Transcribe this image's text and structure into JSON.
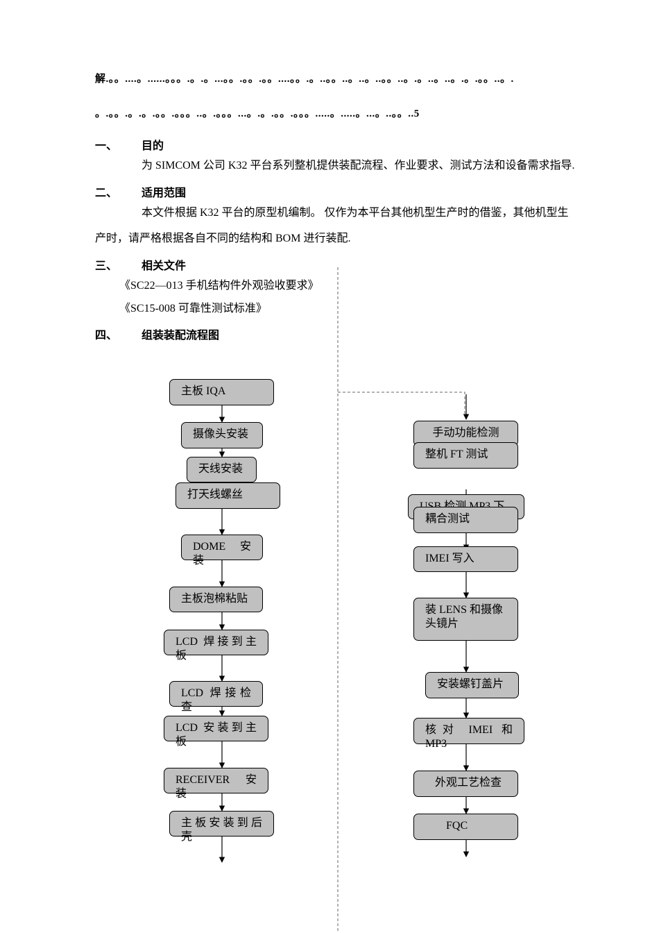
{
  "toc": {
    "line1": "解.。。....。......。。。.。.。...。。.。。.。。....。。.。..。。..。..。..。。..。.。..。..。.。.。。..。.",
    "line2": "。.。。.。.。.。。.。。。..。.。。。...。.。.。。.。。。.....。.....。...。..。。..5"
  },
  "sections": [
    {
      "num": "一、",
      "title": "目的"
    },
    {
      "num": "二、",
      "title": "适用范围"
    },
    {
      "num": "三、",
      "title": "相关文件"
    },
    {
      "num": "四、",
      "title": "组装装配流程图"
    }
  ],
  "purpose_text": "为 SIMCOM 公司 K32 平台系列整机提供装配流程、作业要求、测试方法和设备需求指导.",
  "scope_text": {
    "line1": "本文件根据 K32 平台的原型机编制。 仅作为本平台其他机型生产时的借鉴，其他机型生",
    "line2": "产时，请严格根据各自不同的结构和 BOM 进行装配."
  },
  "related_docs": [
    "《SC22—013 手机结构件外观验收要求》",
    "《SC15-008 可靠性测试标准》"
  ],
  "flow_left": {
    "main_iqa": "主板 IQA",
    "camera_install": "摄像头安装",
    "antenna_install": "天线安装",
    "antenna_screw": "打天线螺丝",
    "dome_line1": "DOME 安",
    "dome_line2": "装",
    "foam_paste": "主板泡棉粘贴",
    "lcd_weld_line1": "LCD 焊接到主",
    "lcd_weld_line2": "板",
    "lcd_check_line1": "LCD 焊接检",
    "lcd_check_line2": "查",
    "lcd_install_line1": "LCD 安装到主",
    "lcd_install_line2": "板",
    "receiver_line1": "RECEIVER 安",
    "receiver_line2": "装",
    "board_to_case_line1": "主板安装到后",
    "board_to_case_line2": "壳"
  },
  "flow_right": {
    "manual_test": "手动功能检测",
    "ft_test": "整机 FT 测试",
    "usb_test": "USB 检测 MP3 下",
    "coupling_test": "耦合测试",
    "imei_write": "IMEI 写入",
    "lens_line1": "装 LENS 和摄像",
    "lens_line2": "头镜片",
    "screw_cover": "安装螺钉盖片",
    "check_imei_line1": "核对 IMEI 和",
    "check_imei_line2": "MP3",
    "appearance_check": "外观工艺检查",
    "fqc": "FQC"
  }
}
